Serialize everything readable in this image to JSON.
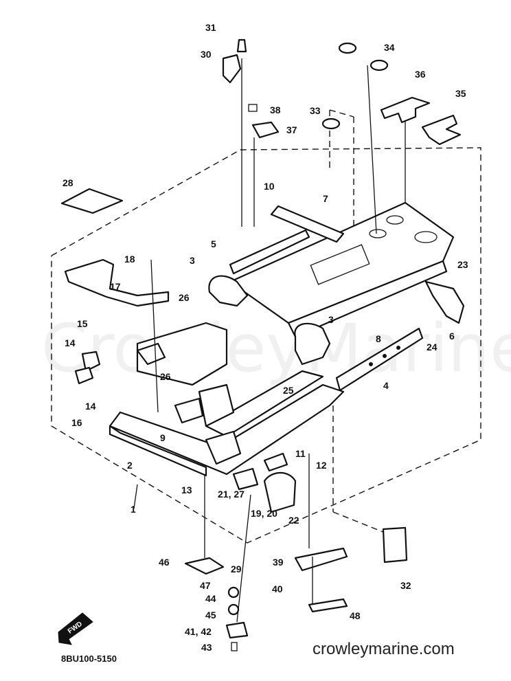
{
  "diagram": {
    "title_code": "8BU100-5150",
    "site": "crowleymarine.com",
    "watermark": "CrowleyMarine",
    "fwd_label": "FWD",
    "callouts": {
      "c1": "1",
      "c2": "2",
      "c3a": "3",
      "c3b": "3",
      "c4": "4",
      "c5": "5",
      "c6": "6",
      "c7": "7",
      "c8": "8",
      "c9": "9",
      "c10": "10",
      "c11": "11",
      "c12": "12",
      "c13": "13",
      "c14a": "14",
      "c14b": "14",
      "c15": "15",
      "c16": "16",
      "c17": "17",
      "c18": "18",
      "c19": "19, 20",
      "c21": "21, 27",
      "c22": "22",
      "c23": "23",
      "c24": "24",
      "c25": "25",
      "c26a": "26",
      "c26b": "26",
      "c28": "28",
      "c29": "29",
      "c30": "30",
      "c31": "31",
      "c32": "32",
      "c33": "33",
      "c34": "34",
      "c35": "35",
      "c36": "36",
      "c37": "37",
      "c38": "38",
      "c39": "39",
      "c40": "40",
      "c41": "41, 42",
      "c43": "43",
      "c44": "44",
      "c45": "45",
      "c46": "46",
      "c47": "47",
      "c48": "48"
    }
  }
}
